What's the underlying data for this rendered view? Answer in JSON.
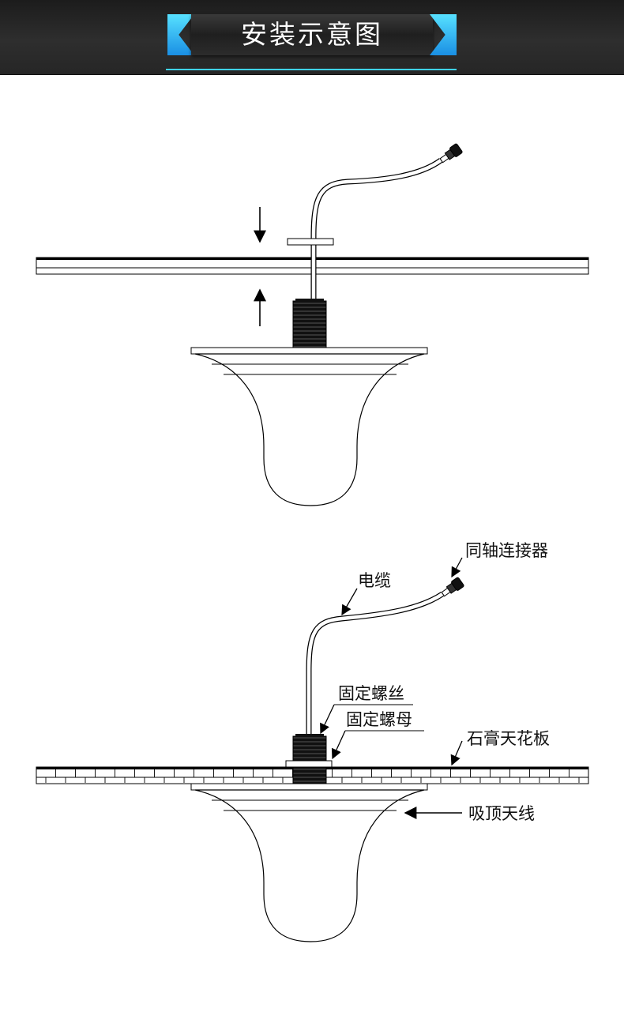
{
  "header": {
    "title": "安装示意图"
  },
  "labels": {
    "connector": "同轴连接器",
    "cable": "电缆",
    "bolt": "固定螺丝",
    "nut": "固定螺母",
    "ceiling": "石膏天花板",
    "antenna": "吸顶天线"
  },
  "colors": {
    "accent": "#3fd3f0",
    "banner_cap": "#1a8fe4",
    "header_bg": "#262626"
  }
}
